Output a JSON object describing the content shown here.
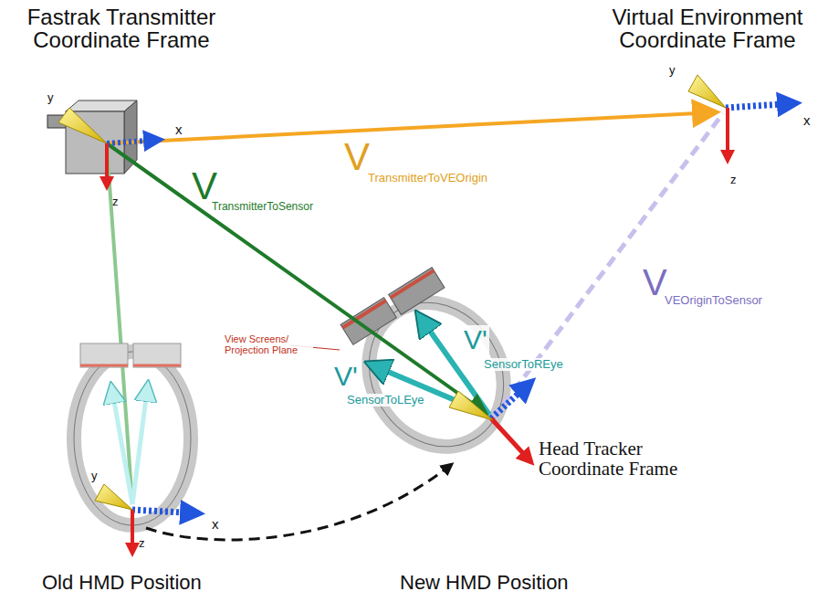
{
  "diagram": {
    "labels": [
      "Fastrak Transmitter Coordinate Frame",
      "Virtual Environment Coordinate Frame",
      "y",
      "x",
      "z",
      "y",
      "x",
      "z",
      "V",
      "TransmitterToVEOrigin",
      "V",
      "TransmitterToSensor",
      "V",
      "VEOriginToSensor",
      "View Screens/ Projection Plane",
      "V'",
      "SensorToREye",
      "V'",
      "SensorToLEye",
      "Head Tracker Coordinate Frame",
      "y",
      "x",
      "z",
      "Old HMD Position",
      "New HMD Position"
    ]
  }
}
